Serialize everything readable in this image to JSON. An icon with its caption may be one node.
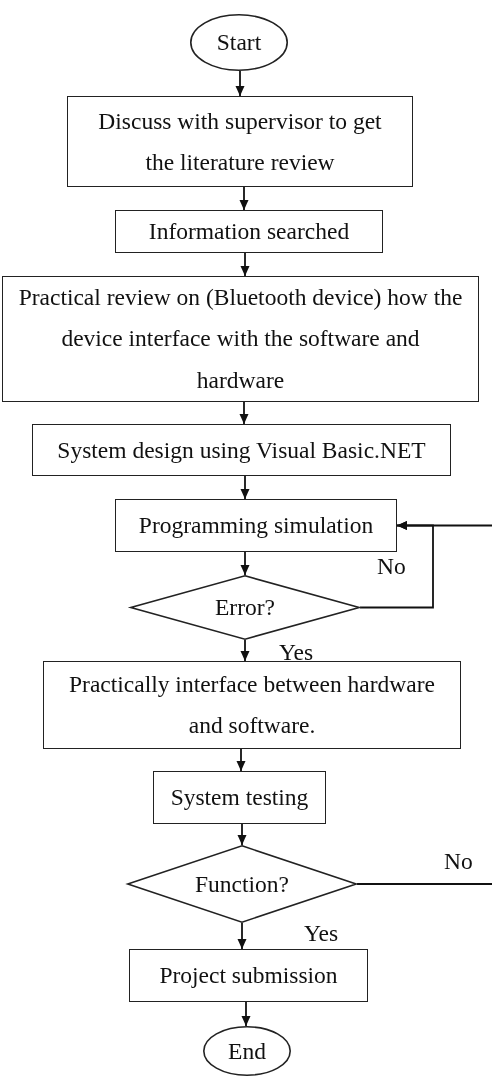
{
  "diagram": {
    "nodes": [
      {
        "text": [
          "Start"
        ]
      },
      {
        "text": [
          "Discuss with supervisor to get the literature review"
        ]
      },
      {
        "text": [
          "Information searched"
        ]
      },
      {
        "text": [
          "Practical review on (Bluetooth device) how the device interface with the software and hardware"
        ]
      },
      {
        "text": [
          "System design using Visual Basic.NET"
        ]
      },
      {
        "text": [
          "Programming simulation"
        ]
      },
      {
        "text": [
          "Error?"
        ]
      },
      {
        "text": [
          "Practically interface between hardware and software."
        ]
      },
      {
        "text": [
          "System testing"
        ]
      },
      {
        "text": [
          "Function?"
        ]
      },
      {
        "text": [
          "Project submission"
        ]
      },
      {
        "text": [
          "End"
        ]
      }
    ],
    "edges": [
      {
        "from": 0,
        "to": 1,
        "arrow": "to"
      },
      {
        "from": 1,
        "to": 2,
        "arrow": "to"
      },
      {
        "from": 2,
        "to": 3,
        "arrow": "to"
      },
      {
        "from": 3,
        "to": 4,
        "arrow": "to"
      },
      {
        "from": 4,
        "to": 5,
        "arrow": "to"
      },
      {
        "from": 5,
        "to": 6,
        "arrow": "to"
      },
      {
        "from": 6,
        "to": 7,
        "arrow": "to",
        "label": "Yes"
      },
      {
        "from": 6,
        "to": 5,
        "arrow": "to",
        "label": "No"
      },
      {
        "from": 7,
        "to": 8,
        "arrow": "to"
      },
      {
        "from": 8,
        "to": 9,
        "arrow": "to"
      },
      {
        "from": 9,
        "to": 10,
        "arrow": "to",
        "label": "Yes"
      },
      {
        "from": 9,
        "to": null,
        "arrow": "none",
        "label": "No"
      },
      {
        "from": 10,
        "to": 11,
        "arrow": "to"
      },
      {
        "from": null,
        "to": 5,
        "arrow": "to"
      }
    ]
  }
}
